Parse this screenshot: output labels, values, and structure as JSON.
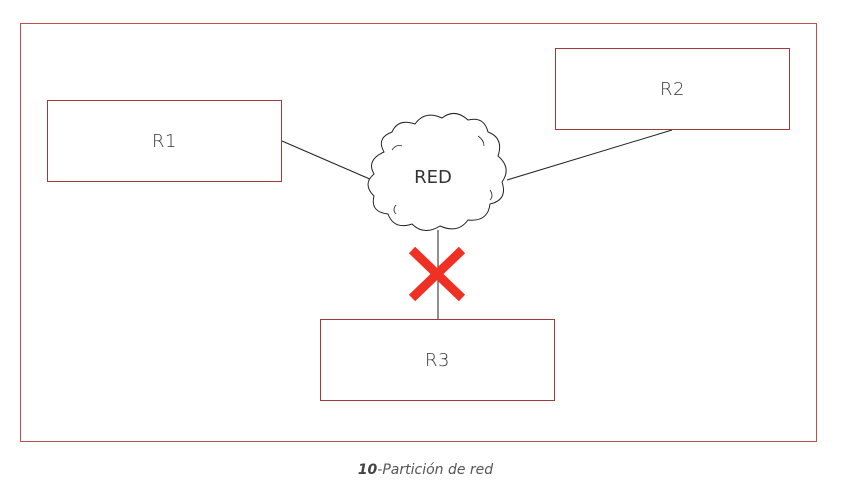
{
  "diagram": {
    "nodes": {
      "r1": "R1",
      "r2": "R2",
      "r3": "R3",
      "cloud": "RED"
    },
    "status_icon": "cross-icon",
    "colors": {
      "frame": "#c0504d",
      "box_border": "#a33a37",
      "cross": "#ee3124",
      "line": "#222222"
    }
  },
  "caption": {
    "number": "10",
    "text": "-Partición de red"
  }
}
